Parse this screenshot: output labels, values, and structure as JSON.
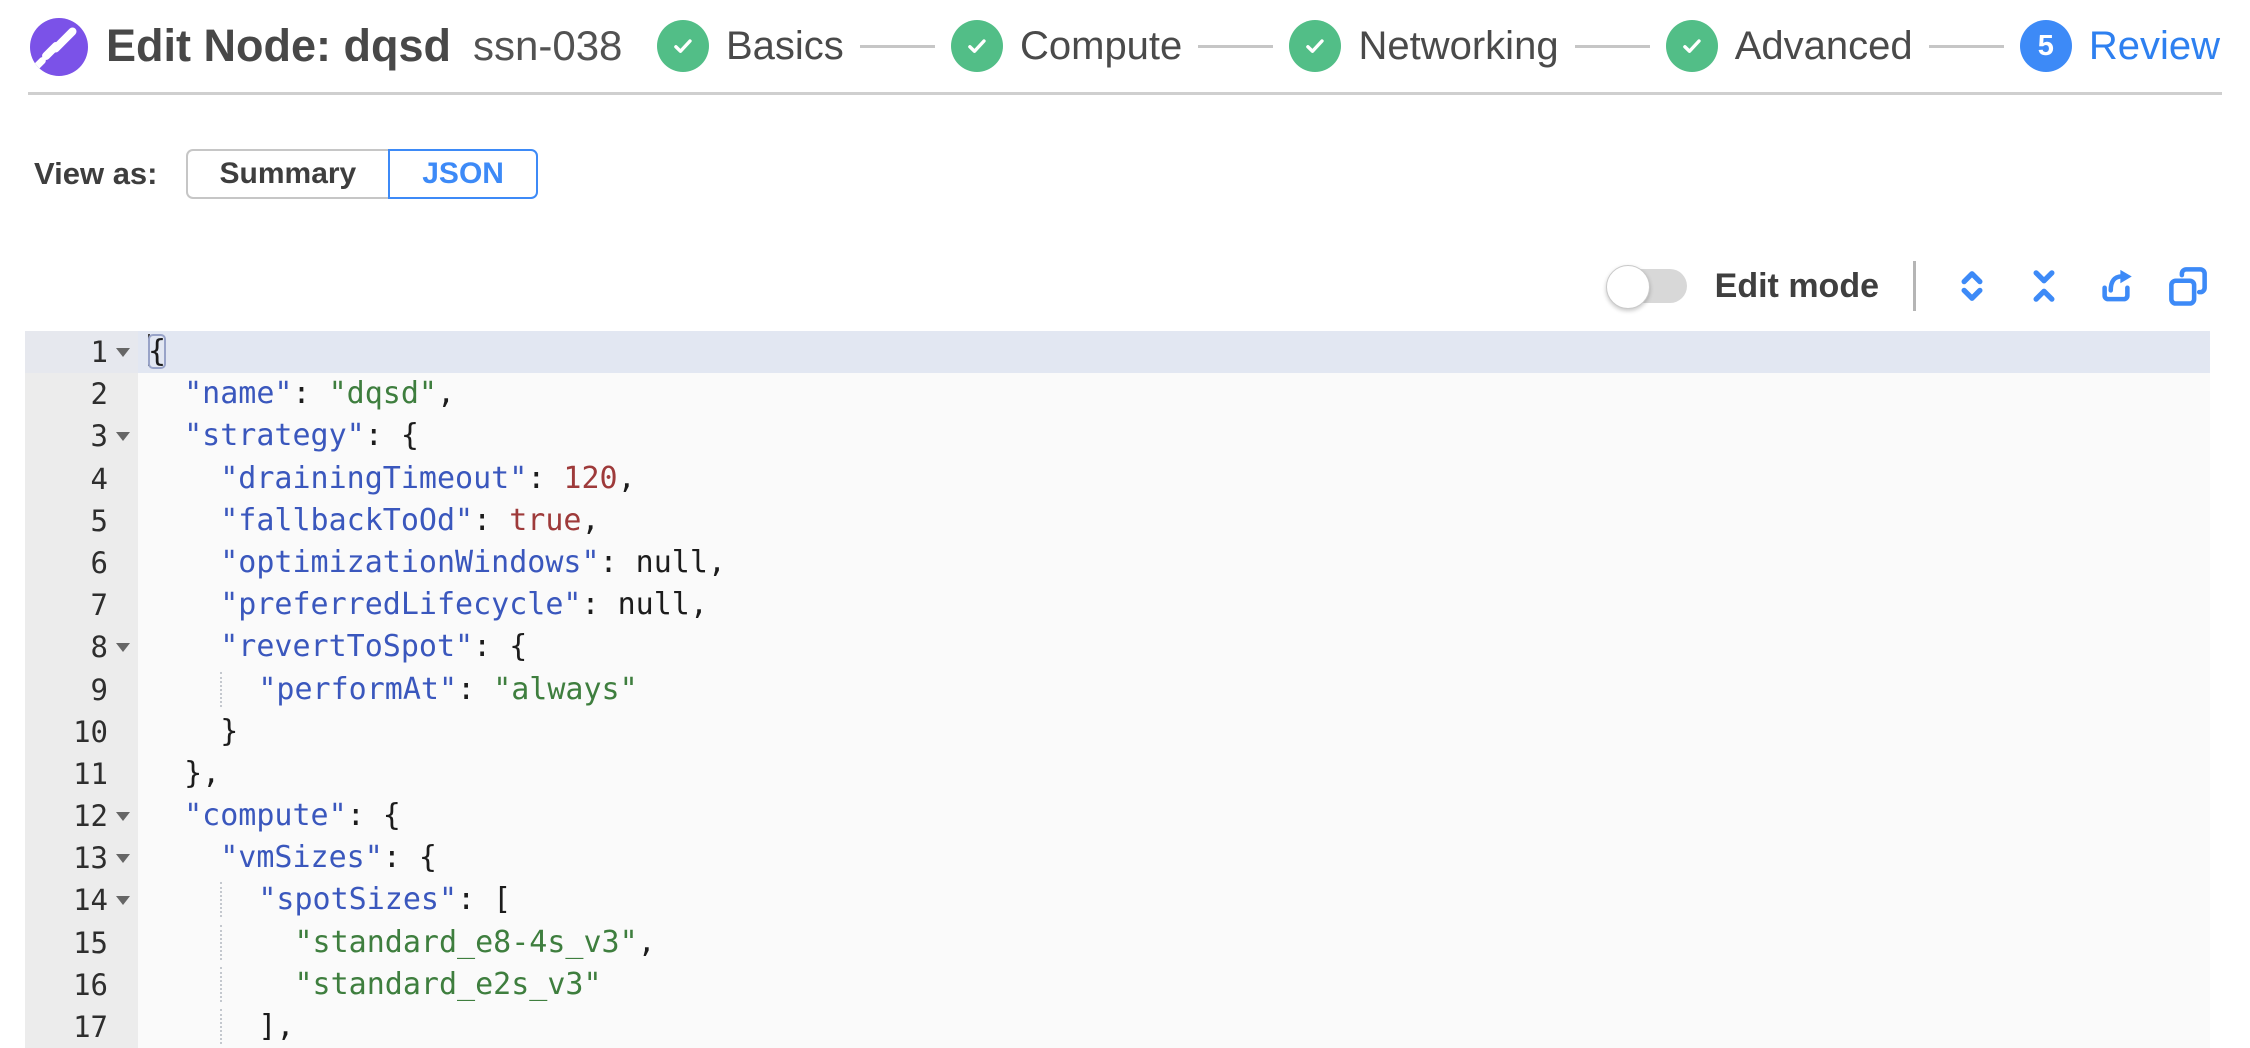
{
  "header": {
    "title": "Edit Node: dqsd",
    "subtitle": "ssn-038",
    "steps": [
      {
        "label": "Basics",
        "status": "completed"
      },
      {
        "label": "Compute",
        "status": "completed"
      },
      {
        "label": "Networking",
        "status": "completed"
      },
      {
        "label": "Advanced",
        "status": "completed"
      },
      {
        "label": "Review",
        "status": "current",
        "number": "5"
      }
    ]
  },
  "view_as": {
    "label": "View as:",
    "options": [
      {
        "label": "Summary",
        "selected": false
      },
      {
        "label": "JSON",
        "selected": true
      }
    ]
  },
  "toolbar": {
    "edit_mode_label": "Edit mode",
    "edit_mode_on": false,
    "icons": [
      "unfold-icon",
      "collapse-icon",
      "export-icon",
      "copy-icon"
    ]
  },
  "colors": {
    "accent_blue": "#3d8af7",
    "success_green": "#52be87",
    "logo_purple": "#7b52e8",
    "step_label": "#4a4a4a",
    "syntax_key": "#3a57bd",
    "syntax_string": "#3e7e3e",
    "syntax_number": "#9e3a3a",
    "active_line_highlight": "#e2e7f2",
    "gutter_bg": "#ececec",
    "editor_bg": "#fafafa"
  },
  "editor": {
    "lines": [
      {
        "n": 1,
        "indent": 0,
        "fold": true,
        "active": true,
        "cursor": true,
        "tokens": [
          {
            "t": "p",
            "v": "{",
            "box": true
          }
        ]
      },
      {
        "n": 2,
        "indent": 2,
        "tokens": [
          {
            "t": "k",
            "v": "\"name\""
          },
          {
            "t": "p",
            "v": ": "
          },
          {
            "t": "s",
            "v": "\"dqsd\""
          },
          {
            "t": "p",
            "v": ","
          }
        ]
      },
      {
        "n": 3,
        "indent": 2,
        "fold": true,
        "tokens": [
          {
            "t": "k",
            "v": "\"strategy\""
          },
          {
            "t": "p",
            "v": ": {"
          }
        ]
      },
      {
        "n": 4,
        "indent": 4,
        "tokens": [
          {
            "t": "k",
            "v": "\"drainingTimeout\""
          },
          {
            "t": "p",
            "v": ": "
          },
          {
            "t": "n",
            "v": "120"
          },
          {
            "t": "p",
            "v": ","
          }
        ]
      },
      {
        "n": 5,
        "indent": 4,
        "tokens": [
          {
            "t": "k",
            "v": "\"fallbackToOd\""
          },
          {
            "t": "p",
            "v": ": "
          },
          {
            "t": "n",
            "v": "true"
          },
          {
            "t": "p",
            "v": ","
          }
        ]
      },
      {
        "n": 6,
        "indent": 4,
        "tokens": [
          {
            "t": "k",
            "v": "\"optimizationWindows\""
          },
          {
            "t": "p",
            "v": ": "
          },
          {
            "t": "z",
            "v": "null"
          },
          {
            "t": "p",
            "v": ","
          }
        ]
      },
      {
        "n": 7,
        "indent": 4,
        "tokens": [
          {
            "t": "k",
            "v": "\"preferredLifecycle\""
          },
          {
            "t": "p",
            "v": ": "
          },
          {
            "t": "z",
            "v": "null"
          },
          {
            "t": "p",
            "v": ","
          }
        ]
      },
      {
        "n": 8,
        "indent": 4,
        "fold": true,
        "tokens": [
          {
            "t": "k",
            "v": "\"revertToSpot\""
          },
          {
            "t": "p",
            "v": ": {"
          }
        ]
      },
      {
        "n": 9,
        "indent": 6,
        "tokens": [
          {
            "t": "k",
            "v": "\"performAt\""
          },
          {
            "t": "p",
            "v": ": "
          },
          {
            "t": "s",
            "v": "\"always\""
          }
        ]
      },
      {
        "n": 10,
        "indent": 4,
        "tokens": [
          {
            "t": "p",
            "v": "}"
          }
        ]
      },
      {
        "n": 11,
        "indent": 2,
        "tokens": [
          {
            "t": "p",
            "v": "},"
          }
        ]
      },
      {
        "n": 12,
        "indent": 2,
        "fold": true,
        "tokens": [
          {
            "t": "k",
            "v": "\"compute\""
          },
          {
            "t": "p",
            "v": ": {"
          }
        ]
      },
      {
        "n": 13,
        "indent": 4,
        "fold": true,
        "tokens": [
          {
            "t": "k",
            "v": "\"vmSizes\""
          },
          {
            "t": "p",
            "v": ": {"
          }
        ]
      },
      {
        "n": 14,
        "indent": 6,
        "fold": true,
        "tokens": [
          {
            "t": "k",
            "v": "\"spotSizes\""
          },
          {
            "t": "p",
            "v": ": ["
          }
        ]
      },
      {
        "n": 15,
        "indent": 8,
        "tokens": [
          {
            "t": "s",
            "v": "\"standard_e8-4s_v3\""
          },
          {
            "t": "p",
            "v": ","
          }
        ]
      },
      {
        "n": 16,
        "indent": 8,
        "tokens": [
          {
            "t": "s",
            "v": "\"standard_e2s_v3\""
          }
        ]
      },
      {
        "n": 17,
        "indent": 6,
        "tokens": [
          {
            "t": "p",
            "v": "],"
          }
        ]
      }
    ]
  }
}
